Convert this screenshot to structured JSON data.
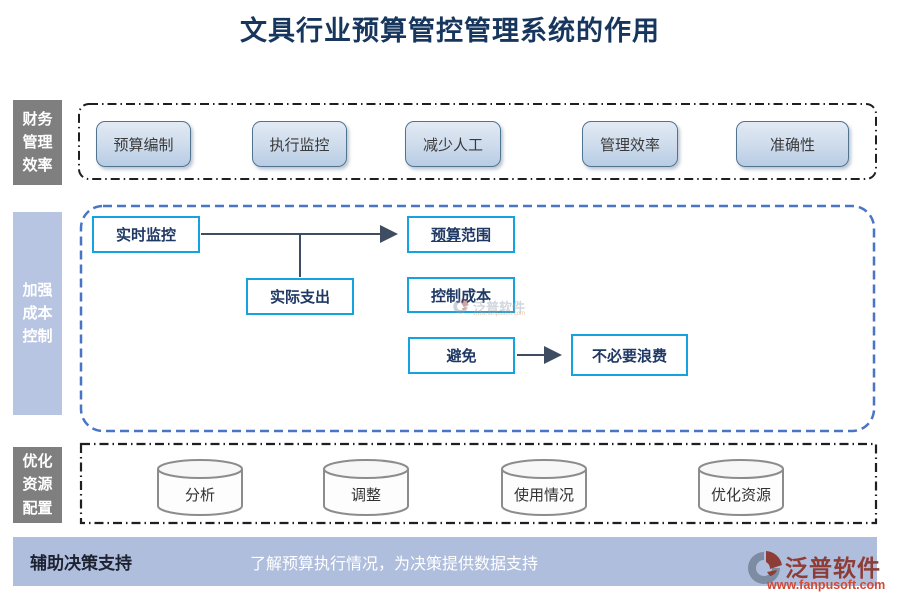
{
  "title": "文具行业预算管控管理系统的作用",
  "row1": {
    "label": "财务管理效率",
    "buttons": [
      "预算编制",
      "执行监控",
      "减少人工",
      "管理效率",
      "准确性"
    ]
  },
  "row2": {
    "label": "加强成本控制",
    "nodes": {
      "realtime": "实时监控",
      "actual": "实际支出",
      "scope_link": "预算",
      "scope_rest": "范围",
      "control": "控制成本",
      "avoid": "避免",
      "waste": "不必要浪费"
    }
  },
  "row3": {
    "label": "优化资源配置",
    "cylinders": [
      "分析",
      "调整",
      "使用情况",
      "优化资源"
    ]
  },
  "footer": {
    "label": "辅助决策支持",
    "message": "了解预算执行情况，为决策提供数据支持"
  },
  "brand": {
    "name": "泛普软件",
    "url": "www.fanpusoft.com"
  },
  "colors": {
    "title_navy": "#17365d",
    "node_border_cyan": "#14a3df",
    "node_text_navy": "#1f3864",
    "container_dash_blue": "#4a74c4",
    "container_dash_black": "#1f1f1f",
    "label_gray": "#7f7f7f",
    "label_blue": "#b7c4e2",
    "footer_bar_blue": "#b0bedd",
    "button_fill_top": "#e2eaf4",
    "button_fill_bottom": "#b7cce4",
    "button_border": "#50738f",
    "arrow_slate": "#3f4d63",
    "brand_red": "#8e3c36",
    "brand_url_orange": "#cf4a38"
  }
}
